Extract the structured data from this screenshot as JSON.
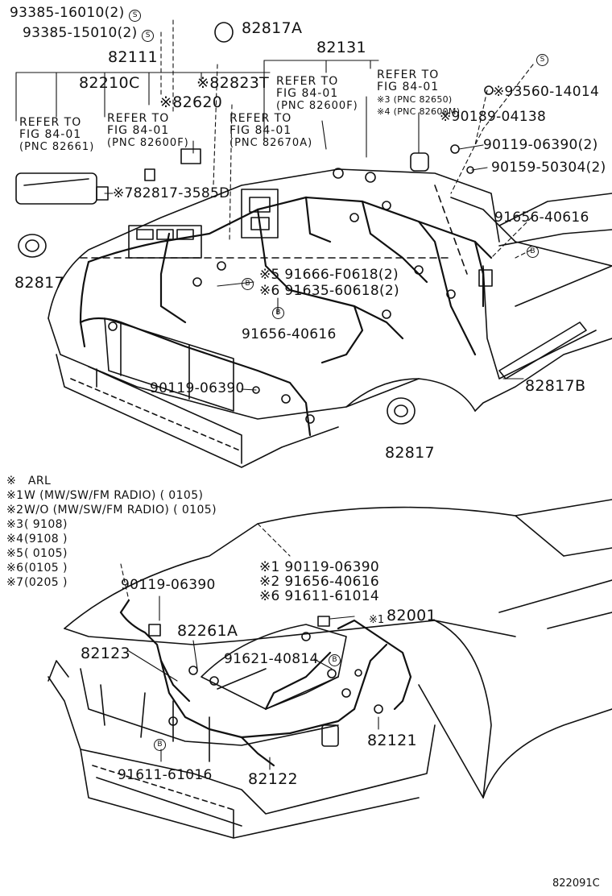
{
  "labels": {
    "p93385_16010": "93385-16010(2)",
    "p93385_15010": "93385-15010(2)",
    "p82817A": "82817A",
    "p82111": "82111",
    "p82131": "82131",
    "p82210C": "82210C",
    "p82823T": "※82823T",
    "p82620": "※82620",
    "p82817_3585D": "※782817-3585D",
    "p82817_left": "82817",
    "p93560": "※93560-14014",
    "p90189": "※90189-04138",
    "p90119_2": "90119-06390(2)",
    "p90159": "90159-50304(2)",
    "p91656_r": "91656-40616",
    "p91666": "※5 91666-F0618(2)",
    "p91635": "※6 91635-60618(2)",
    "p91656_c": "91656-40616",
    "p90119_c": "90119-06390",
    "p82817B": "82817B",
    "p82817_bot": "82817",
    "p90119_lower": "90119-06390",
    "p82261A": "82261A",
    "p82123": "82123",
    "p91621": "91621-40814",
    "p82001": "82001",
    "p82121": "82121",
    "p91611_61016": "91611-61016",
    "p82122": "82122",
    "s1": "※1 90119-06390",
    "s2": "※2 91656-40616",
    "s6": "※6 91611-61014",
    "star1": "※1"
  },
  "refer": [
    {
      "l1": "REFER TO",
      "l2": "FIG 84-01",
      "l3": "(PNC 82661)"
    },
    {
      "l1": "REFER TO",
      "l2": "FIG 84-01",
      "l3": "(PNC 82600F)"
    },
    {
      "l1": "REFER TO",
      "l2": "FIG 84-01",
      "l3": "(PNC 82600F)"
    },
    {
      "l1": "REFER TO",
      "l2": "FIG 84-01",
      "l3": "(PNC 82670A)"
    },
    {
      "l1": "REFER TO",
      "l2": "FIG 84-01",
      "l3": "※3 (PNC 82650)",
      "l4": "※4 (PNC 82600M)"
    }
  ],
  "legend": [
    {
      "mark": "※",
      "text": "ARL"
    },
    {
      "mark": "※1",
      "text": "W (MW/SW/FM RADIO)  (          0105)"
    },
    {
      "mark": "※2",
      "text": "W/O (MW/SW/FM RADIO) (          0105)"
    },
    {
      "mark": "※3",
      "text": "(          9108)"
    },
    {
      "mark": "※4",
      "text": "(9108          )"
    },
    {
      "mark": "※5",
      "text": "(          0105)"
    },
    {
      "mark": "※6",
      "text": "(0105          )"
    },
    {
      "mark": "※7",
      "text": "(0205          )"
    }
  ],
  "markers": {
    "S": "S",
    "B": "B"
  },
  "diagram_code": "822091C"
}
